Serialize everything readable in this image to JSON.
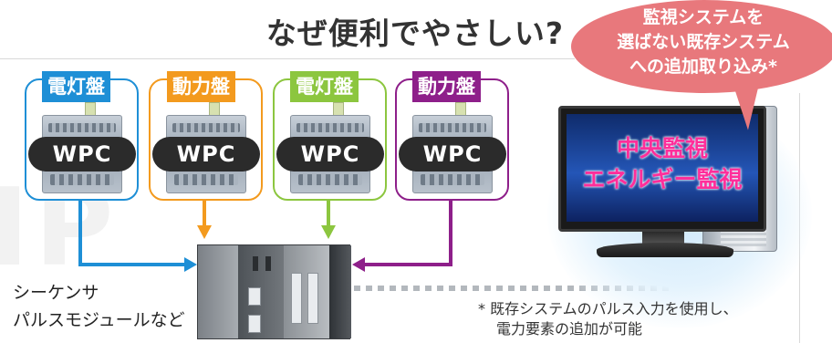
{
  "title": "なぜ便利でやさしい?",
  "watermark": "IP",
  "panels": [
    {
      "label": "電灯盤",
      "color": "#1e8fd6",
      "device": "WPC"
    },
    {
      "label": "動力盤",
      "color": "#f39a1e",
      "device": "WPC"
    },
    {
      "label": "電灯盤",
      "color": "#8cc63f",
      "device": "WPC"
    },
    {
      "label": "動力盤",
      "color": "#8e1f8a",
      "device": "WPC"
    }
  ],
  "callout": {
    "lines": [
      "監視システムを",
      "選ばない既存システム",
      "への追加取り込み*"
    ],
    "color": "#e8787c"
  },
  "monitor": {
    "lines": [
      "中央監視",
      "エネルギー監視"
    ]
  },
  "sequencer": {
    "lines": [
      "シーケンサ",
      "パルスモジュールなど"
    ]
  },
  "note": {
    "lines": [
      "* 既存システムのパルス入力を使用し、",
      "電力要素の追加が可能"
    ]
  },
  "colors": {
    "dotted_line": "#b3b8bd",
    "title": "#333333"
  }
}
